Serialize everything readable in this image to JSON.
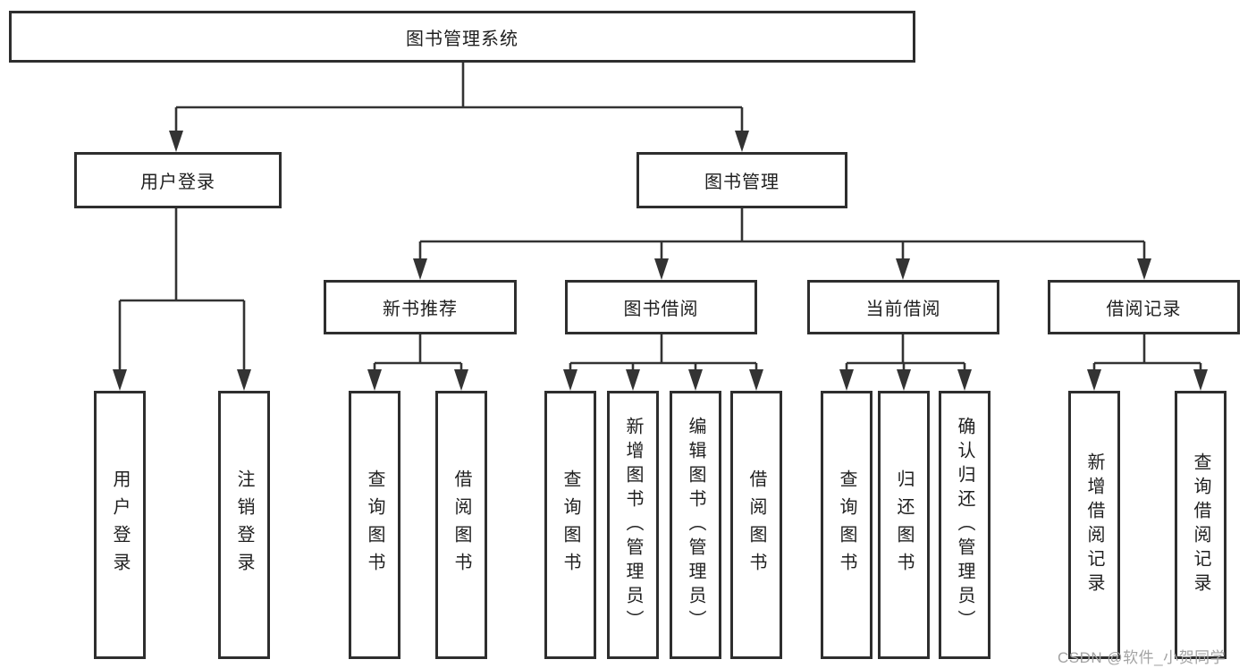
{
  "diagram_title": "图书管理系统",
  "nodes": {
    "root": "图书管理系统",
    "user_login": "用户登录",
    "book_management": "图书管理",
    "new_book_recommend": "新书推荐",
    "book_borrowing": "图书借阅",
    "current_borrowing": "当前借阅",
    "borrowing_records": "借阅记录",
    "leaf_user_login": "用户登录",
    "leaf_logout": "注销登录",
    "leaf_rec_query_books": "查询图书",
    "leaf_rec_borrow_books": "借阅图书",
    "leaf_bb_query_books": "查询图书",
    "leaf_bb_add_books": "新增图书（管理员）",
    "leaf_bb_edit_books": "编辑图书（管理员）",
    "leaf_bb_borrow_books": "借阅图书",
    "leaf_cb_query_books": "查询图书",
    "leaf_cb_return_books": "归还图书",
    "leaf_cb_confirm_return": "确认归还（管理员）",
    "leaf_br_add_record": "新增借阅记录",
    "leaf_br_query_record": "查询借阅记录"
  },
  "colors": {
    "line": "#333333",
    "border": "#2e2e2e",
    "text": "#1f1f1f",
    "watermark": "#a3a3a3"
  },
  "watermark": "CSDN @软件_小贺同学"
}
